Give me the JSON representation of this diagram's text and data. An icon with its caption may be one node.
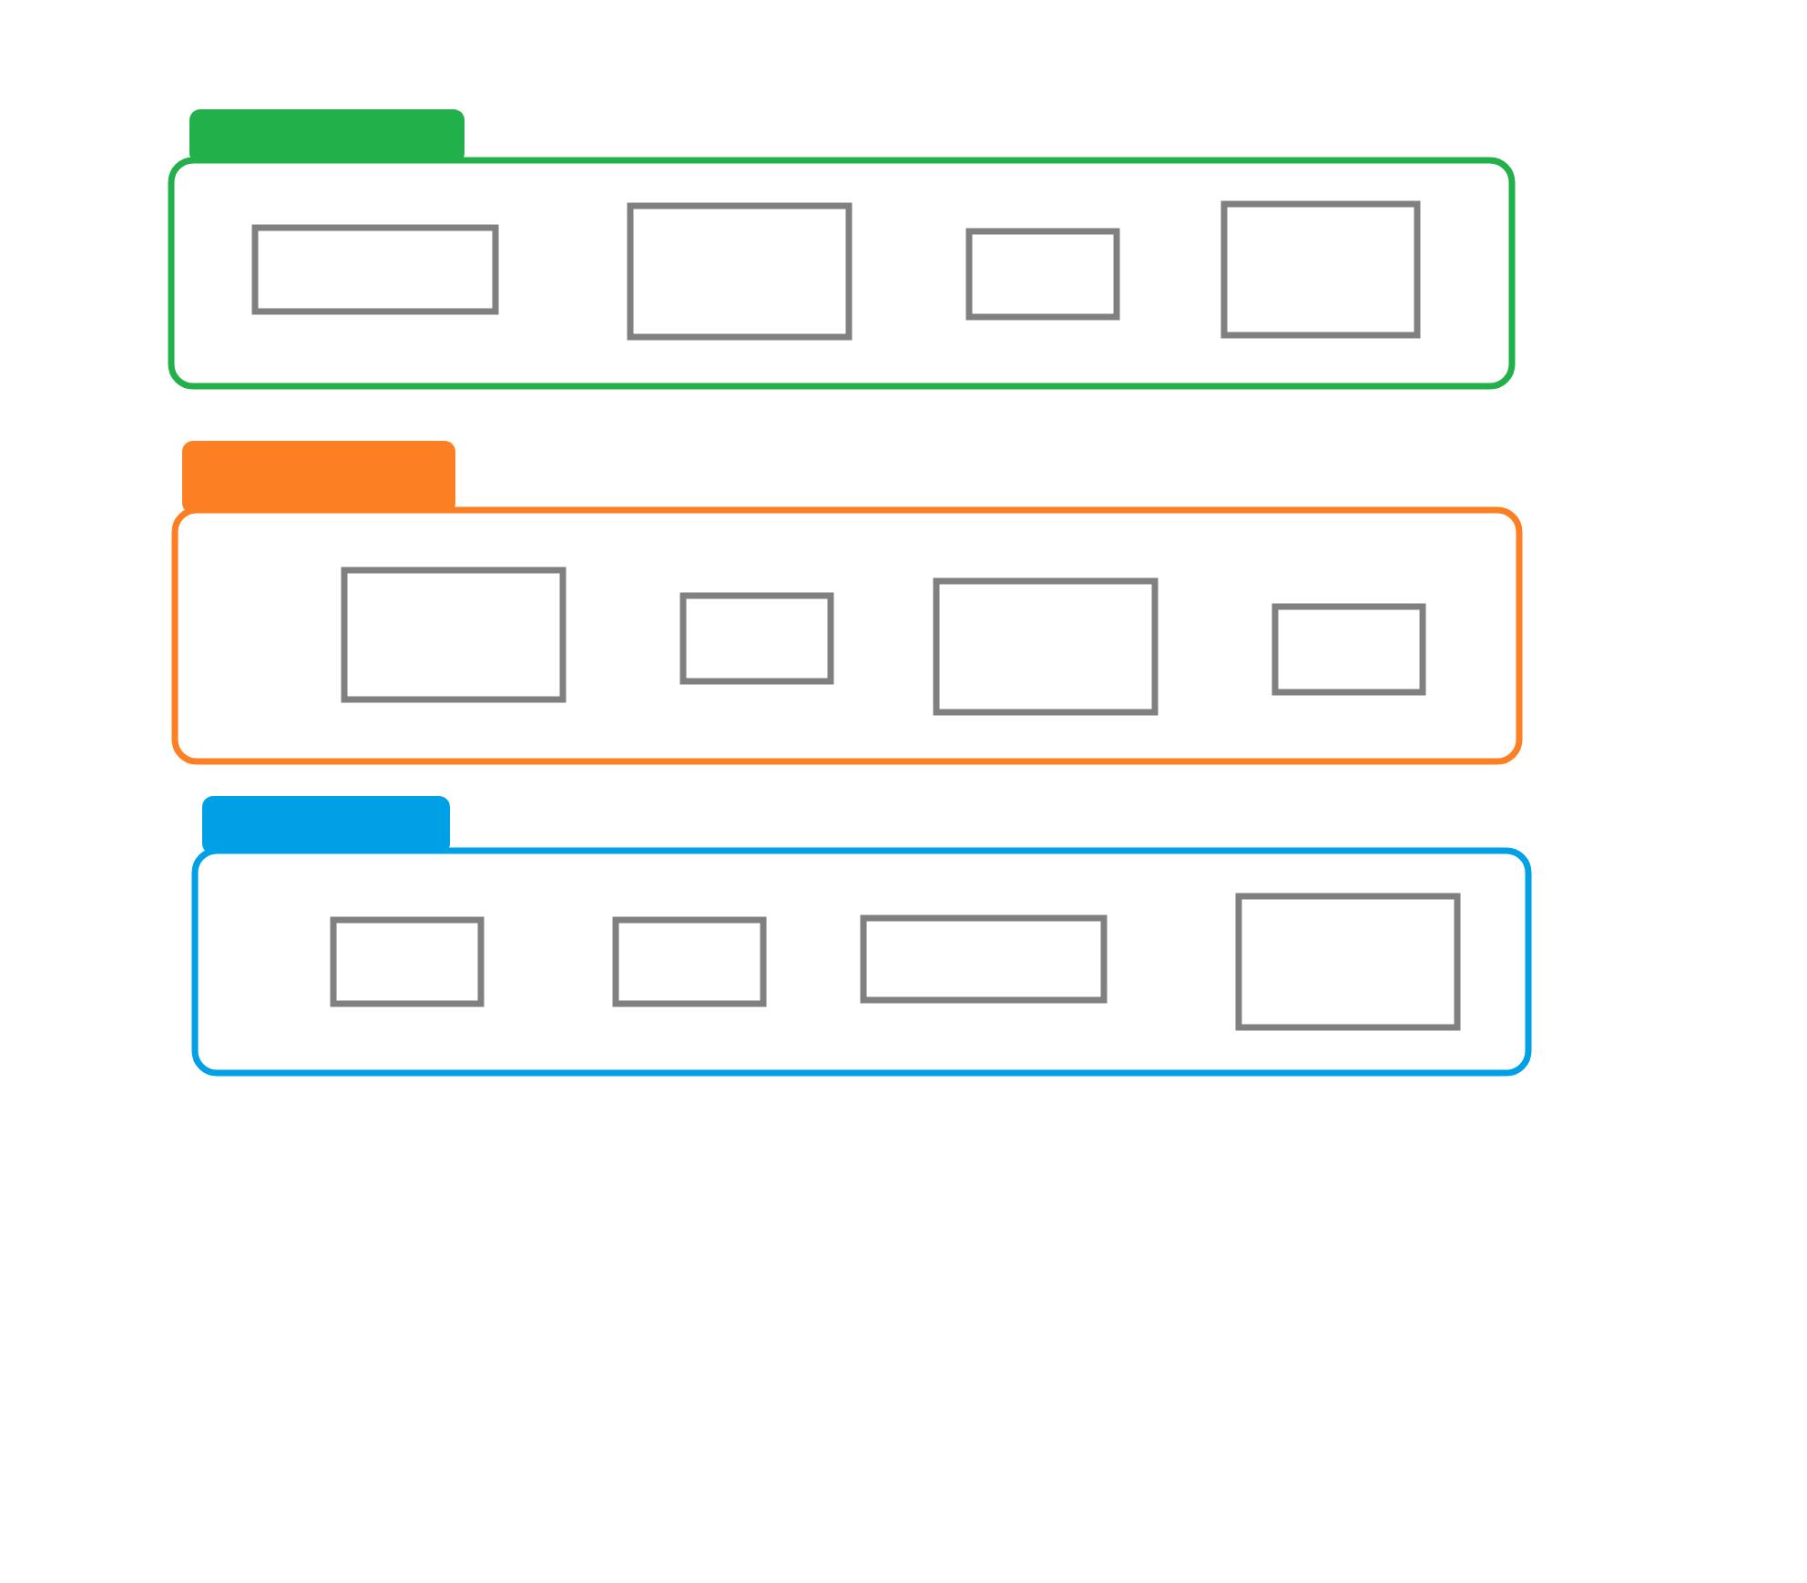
{
  "diagram": {
    "nodes": [
      {
        "text": [],
        "shape": "box"
      },
      {
        "text": [],
        "shape": "box",
        "in": 0
      },
      {
        "text": [],
        "shape": "box",
        "in": 0
      },
      {
        "text": [],
        "shape": "box",
        "in": 0
      },
      {
        "text": [],
        "shape": "box",
        "in": 0
      },
      {
        "text": [],
        "shape": "box"
      },
      {
        "text": [],
        "shape": "box",
        "in": 5
      },
      {
        "text": [],
        "shape": "box",
        "in": 5
      },
      {
        "text": [],
        "shape": "box",
        "in": 5
      },
      {
        "text": [],
        "shape": "box",
        "in": 5
      },
      {
        "text": [],
        "shape": "box"
      },
      {
        "text": [],
        "shape": "box",
        "in": 10
      },
      {
        "text": [],
        "shape": "box",
        "in": 10
      },
      {
        "text": [],
        "shape": "box",
        "in": 10
      },
      {
        "text": [],
        "shape": "box",
        "in": 10
      }
    ]
  }
}
